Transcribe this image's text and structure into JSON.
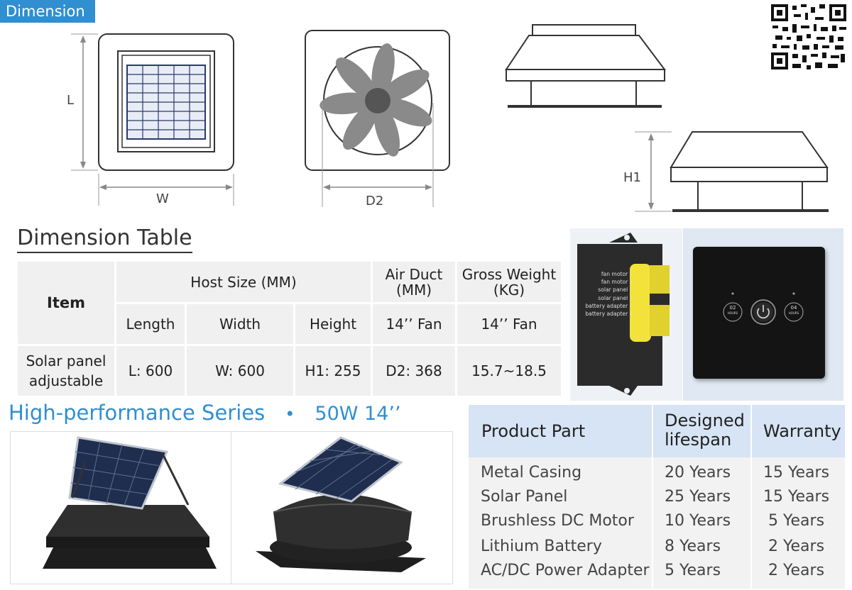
{
  "header_tag": "Dimension",
  "dimension_labels": {
    "L": "L",
    "W": "W",
    "D2": "D2",
    "H1": "H1"
  },
  "dimension_table": {
    "title": "Dimension Table",
    "item_label": "Item",
    "host_size": "Host Size (MM)",
    "air_duct_line1": "Air Duct",
    "air_duct_line2": "(MM)",
    "gross_weight_line1": "Gross Weight",
    "gross_weight_line2": "(KG)",
    "sub_headers": [
      "Length",
      "Width",
      "Height",
      "14’’ Fan",
      "14’’ Fan"
    ],
    "row_label_line1": "Solar panel",
    "row_label_line2": "adjustable",
    "row_values": [
      "L: 600",
      "W: 600",
      "H1: 255",
      "D2: 368",
      "15.7~18.5"
    ]
  },
  "controller_labels": [
    "fan motor −",
    "fan motor +",
    "solar panel −",
    "solar panel +",
    "battery adapter −",
    "battery adapter +"
  ],
  "switch_labels": {
    "left": "02",
    "left_sub": "HOURS",
    "right": "04",
    "right_sub": "HOURS"
  },
  "series": {
    "name": "High-performance Series",
    "dot": "•",
    "spec": "50W 14’’"
  },
  "warranty_table": {
    "headers": {
      "part": "Product Part",
      "lifespan_line1": "Designed",
      "lifespan_line2": "lifespan",
      "warranty": "Warranty"
    },
    "rows": [
      {
        "part": "Metal Casing",
        "lifespan": "20 Years",
        "warranty": "15 Years"
      },
      {
        "part": "Solar Panel",
        "lifespan": "25 Years",
        "warranty": "15 Years"
      },
      {
        "part": "Brushless DC Motor",
        "lifespan": "10 Years",
        "warranty": "5 Years"
      },
      {
        "part": "Lithium Battery",
        "lifespan": "8 Years",
        "warranty": "2 Years"
      },
      {
        "part": "AC/DC Power Adapter",
        "lifespan": "5 Years",
        "warranty": "2 Years"
      }
    ]
  },
  "colors": {
    "accent": "#2f8fd1",
    "table_head": "#d6e4f5",
    "table_cell": "#f0f0f0",
    "controller_yellow": "#f2e23a"
  }
}
